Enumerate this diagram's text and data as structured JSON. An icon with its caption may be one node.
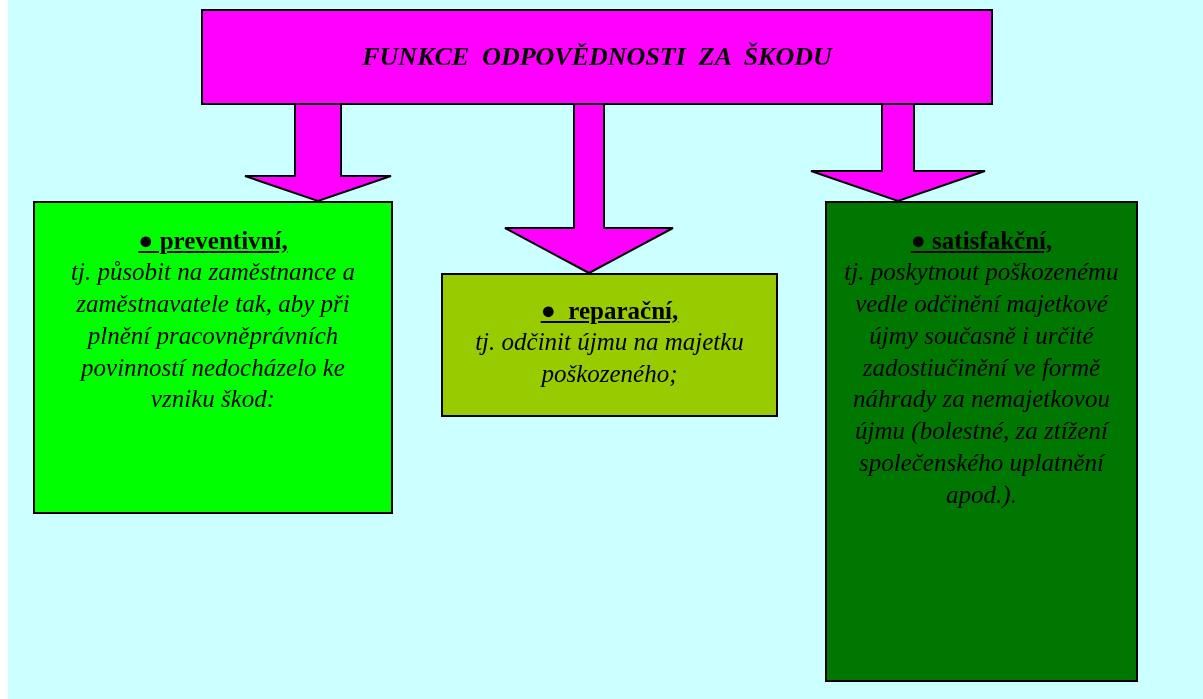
{
  "diagram": {
    "nodes": [
      {
        "text": [
          "FUNKCE  ODPOVĚDNOSTI  ZA  ŠKODU"
        ]
      },
      {
        "text": [
          "● preventivní,",
          "tj. působit na zaměstnance a zaměstnavatele tak, aby při plnění pracovněprávních povinností nedocházelo ke vzniku škod:"
        ]
      },
      {
        "text": [
          "●  reparační,",
          "tj. odčinit újmu na majetku poškozeného;"
        ]
      },
      {
        "text": [
          "● satisfakční,",
          "tj. poskytnout poškozenému vedle odčinění majetkové újmy současně i určité zadostiučinění ve formě náhrady za nemajetkovou újmu (bolestné, za ztížení společenského uplatnění apod.)."
        ]
      }
    ],
    "edges": [
      {
        "from": 0,
        "to": 1,
        "arrow": "to"
      },
      {
        "from": 0,
        "to": 2,
        "arrow": "to"
      },
      {
        "from": 0,
        "to": 3,
        "arrow": "to"
      }
    ]
  }
}
